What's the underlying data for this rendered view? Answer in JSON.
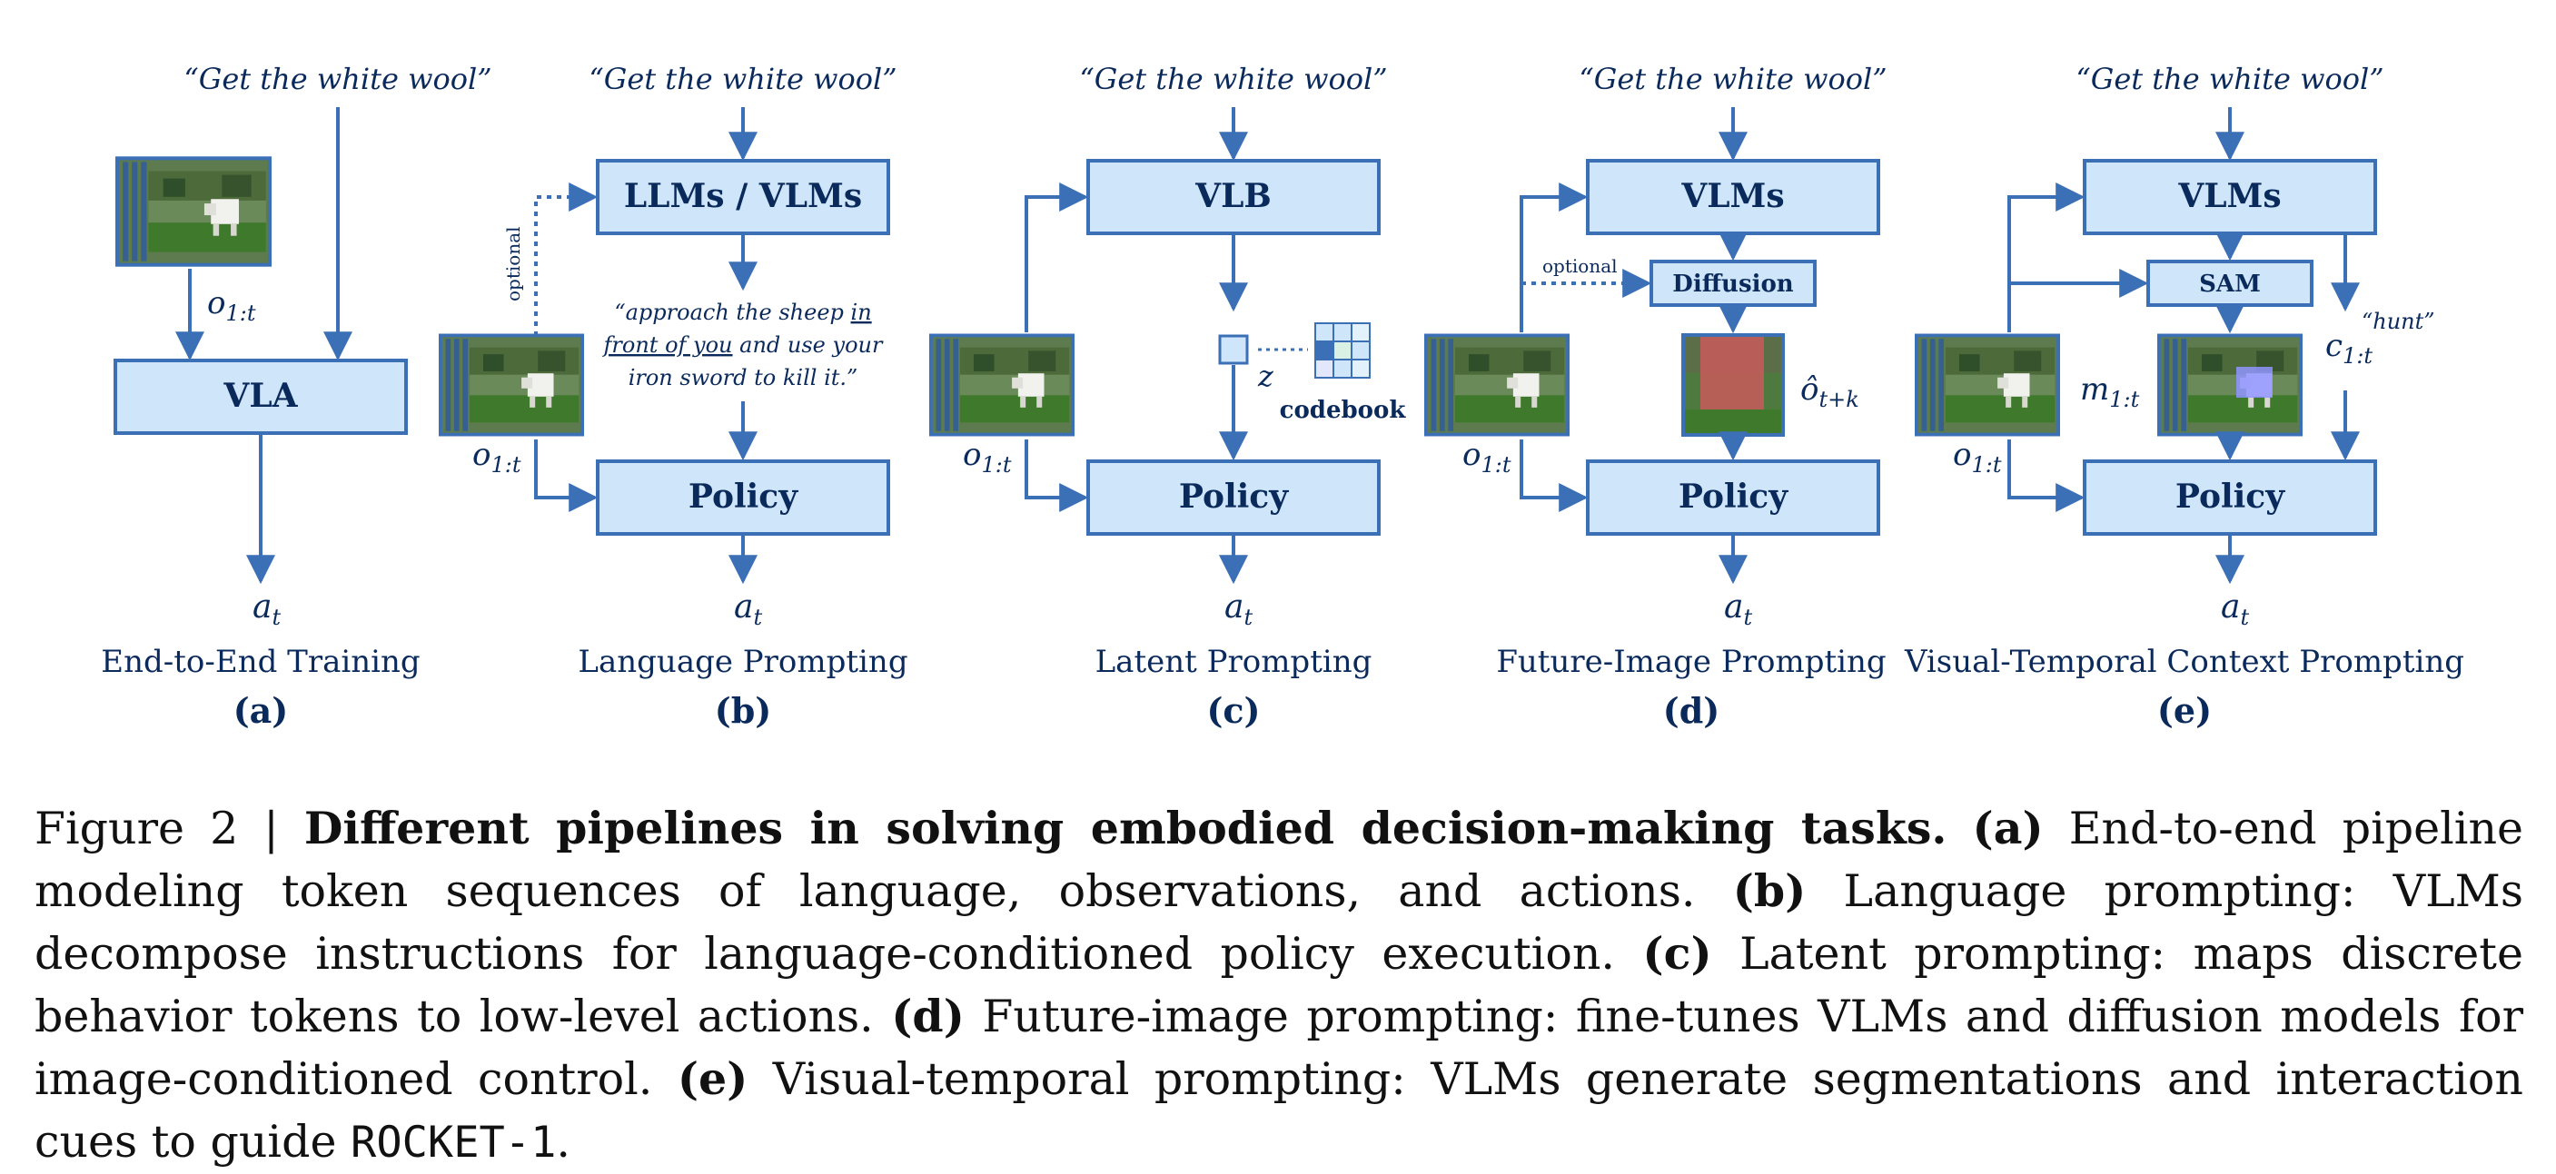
{
  "instruction": "“Get the white wool”",
  "panels": {
    "a": {
      "box": "VLA",
      "obs": "o",
      "obs_sub": "1:t",
      "action": "a",
      "action_sub": "t",
      "label": "End-to-End Training",
      "letter": "(a)"
    },
    "b": {
      "box_top": "LLMs / VLMs",
      "box_bottom": "Policy",
      "optional": "optional",
      "quote_lines": [
        "“approach the sheep ",
        "in",
        "front of you",
        " and use your",
        "iron sword to kill it.”"
      ],
      "obs": "o",
      "obs_sub": "1:t",
      "action": "a",
      "action_sub": "t",
      "label": "Language Prompting",
      "letter": "(b)"
    },
    "c": {
      "box_top": "VLB",
      "box_bottom": "Policy",
      "latent": "z",
      "codebook": "codebook",
      "obs": "o",
      "obs_sub": "1:t",
      "action": "a",
      "action_sub": "t",
      "label": "Latent Prompting",
      "letter": "(c)"
    },
    "d": {
      "box_top": "VLMs",
      "box_mid": "Diffusion",
      "box_bottom": "Policy",
      "optional": "optional",
      "pred": "ô",
      "pred_sub": "t+k",
      "obs": "o",
      "obs_sub": "1:t",
      "action": "a",
      "action_sub": "t",
      "label": "Future-Image Prompting",
      "letter": "(d)"
    },
    "e": {
      "box_top": "VLMs",
      "box_mid": "SAM",
      "box_bottom": "Policy",
      "hunt": "“hunt”",
      "mask": "m",
      "mask_sub": "1:t",
      "cue": "c",
      "cue_sub": "1:t",
      "obs": "o",
      "obs_sub": "1:t",
      "action": "a",
      "action_sub": "t",
      "label": "Visual-Temporal Context Prompting",
      "letter": "(e)"
    }
  },
  "caption": {
    "prefix": "Figure 2 | ",
    "title": "Different pipelines in solving embodied decision-making tasks.",
    "a_tag": "(a)",
    "a_text": " End-to-end pipeline modeling token sequences of language, observations, and actions. ",
    "b_tag": "(b)",
    "b_text": " Language prompting: VLMs decompose instructions for language-conditioned policy execution. ",
    "c_tag": "(c)",
    "c_text": " Latent prompting: maps discrete behavior tokens to low-level actions. ",
    "d_tag": "(d)",
    "d_text": " Future-image prompting: fine-tunes VLMs and diffusion models for image-conditioned control. ",
    "e_tag": "(e)",
    "e_text": " Visual-temporal prompting: VLMs generate segmentations and interaction cues to guide ",
    "model": "ROCKET-1",
    "end": "."
  },
  "colors": {
    "box_fill": "#cfe6fa",
    "box_stroke": "#3b6fb6",
    "arrow": "#3b6fb6",
    "text": "#0b2a5c"
  }
}
